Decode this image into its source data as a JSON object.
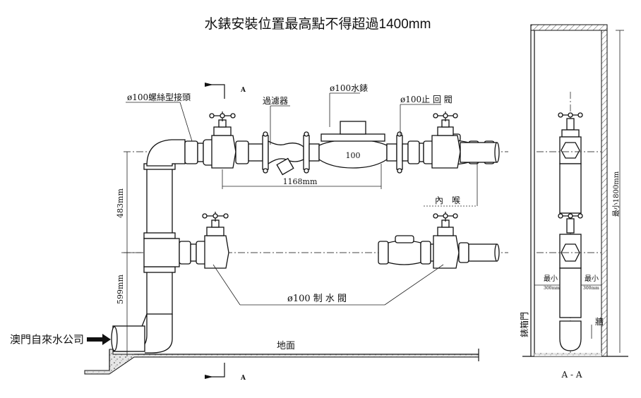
{
  "title": "水錶安裝位置最高點不得超過1400mm",
  "labels": {
    "threaded_union": "ø100螺絲型接頭",
    "strainer": "過濾器",
    "water_meter": "ø100水錶",
    "check_valve": "ø100止 回 閥",
    "meter_body_number": "100",
    "length_dim": "1168mm",
    "inner_throat": "內　喉",
    "height_upper_dim": "483mm",
    "height_lower_dim": "599mm",
    "gate_valve": "ø100 制 水 閥",
    "supplier": "澳門自來水公司",
    "ground": "地面",
    "section_mark_top": "A",
    "section_mark_bottom": "A"
  },
  "section_view": {
    "title": "A - A",
    "min_left": "最小",
    "min_left_dim": "300mm",
    "min_right": "最小",
    "min_right_dim": "300mm",
    "min_height": "最小1800mm",
    "meter_box_door": "錶箱門",
    "wall": "牆"
  }
}
